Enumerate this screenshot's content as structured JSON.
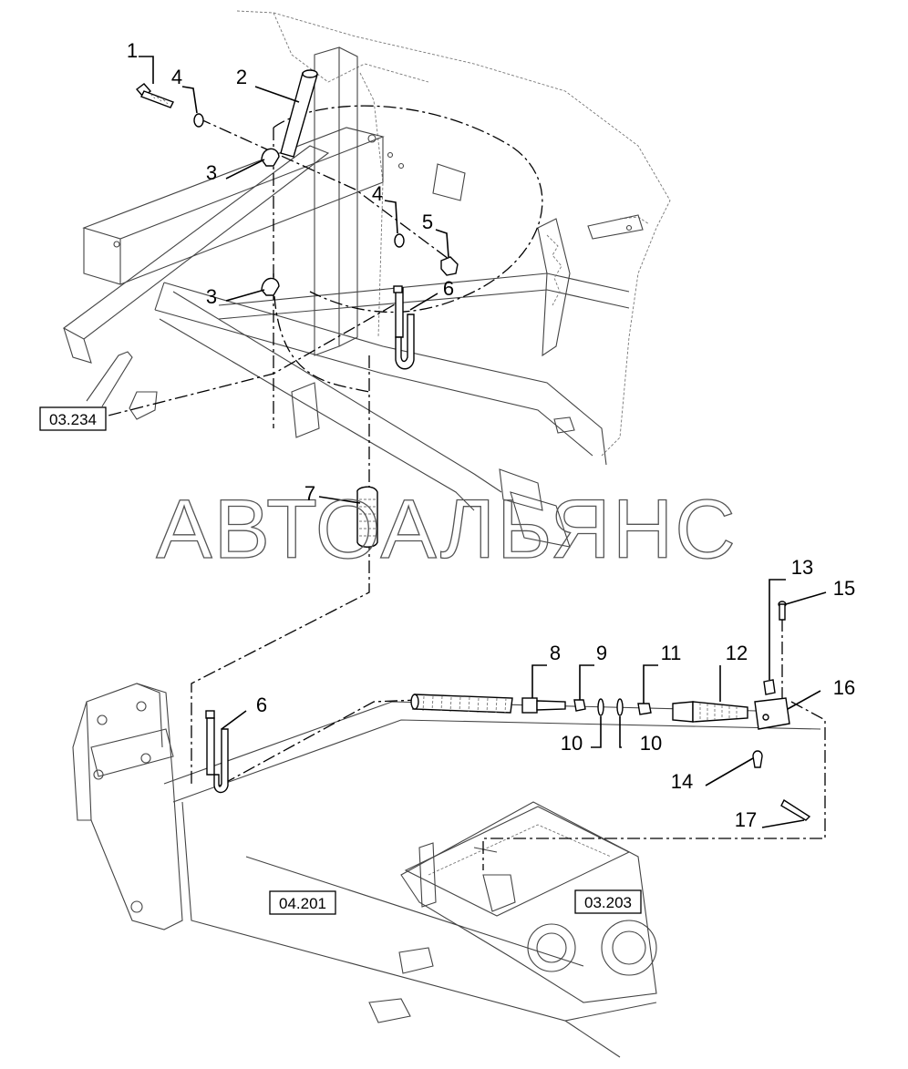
{
  "callouts": [
    {
      "id": "c1",
      "label": "1"
    },
    {
      "id": "c2",
      "label": "2"
    },
    {
      "id": "c3a",
      "label": "3"
    },
    {
      "id": "c3b",
      "label": "3"
    },
    {
      "id": "c4a",
      "label": "4"
    },
    {
      "id": "c4b",
      "label": "4"
    },
    {
      "id": "c5",
      "label": "5"
    },
    {
      "id": "c6a",
      "label": "6"
    },
    {
      "id": "c6b",
      "label": "6"
    },
    {
      "id": "c7",
      "label": "7"
    },
    {
      "id": "c8",
      "label": "8"
    },
    {
      "id": "c9",
      "label": "9"
    },
    {
      "id": "c10a",
      "label": "10"
    },
    {
      "id": "c10b",
      "label": "10"
    },
    {
      "id": "c11",
      "label": "11"
    },
    {
      "id": "c12",
      "label": "12"
    },
    {
      "id": "c13",
      "label": "13"
    },
    {
      "id": "c14",
      "label": "14"
    },
    {
      "id": "c15",
      "label": "15"
    },
    {
      "id": "c16",
      "label": "16"
    },
    {
      "id": "c17",
      "label": "17"
    }
  ],
  "references": [
    {
      "id": "ref-03-234",
      "label": "03.234"
    },
    {
      "id": "ref-04-201",
      "label": "04.201"
    },
    {
      "id": "ref-03-203",
      "label": "03.203"
    }
  ],
  "watermark": "АВТОАЛЬЯНС"
}
